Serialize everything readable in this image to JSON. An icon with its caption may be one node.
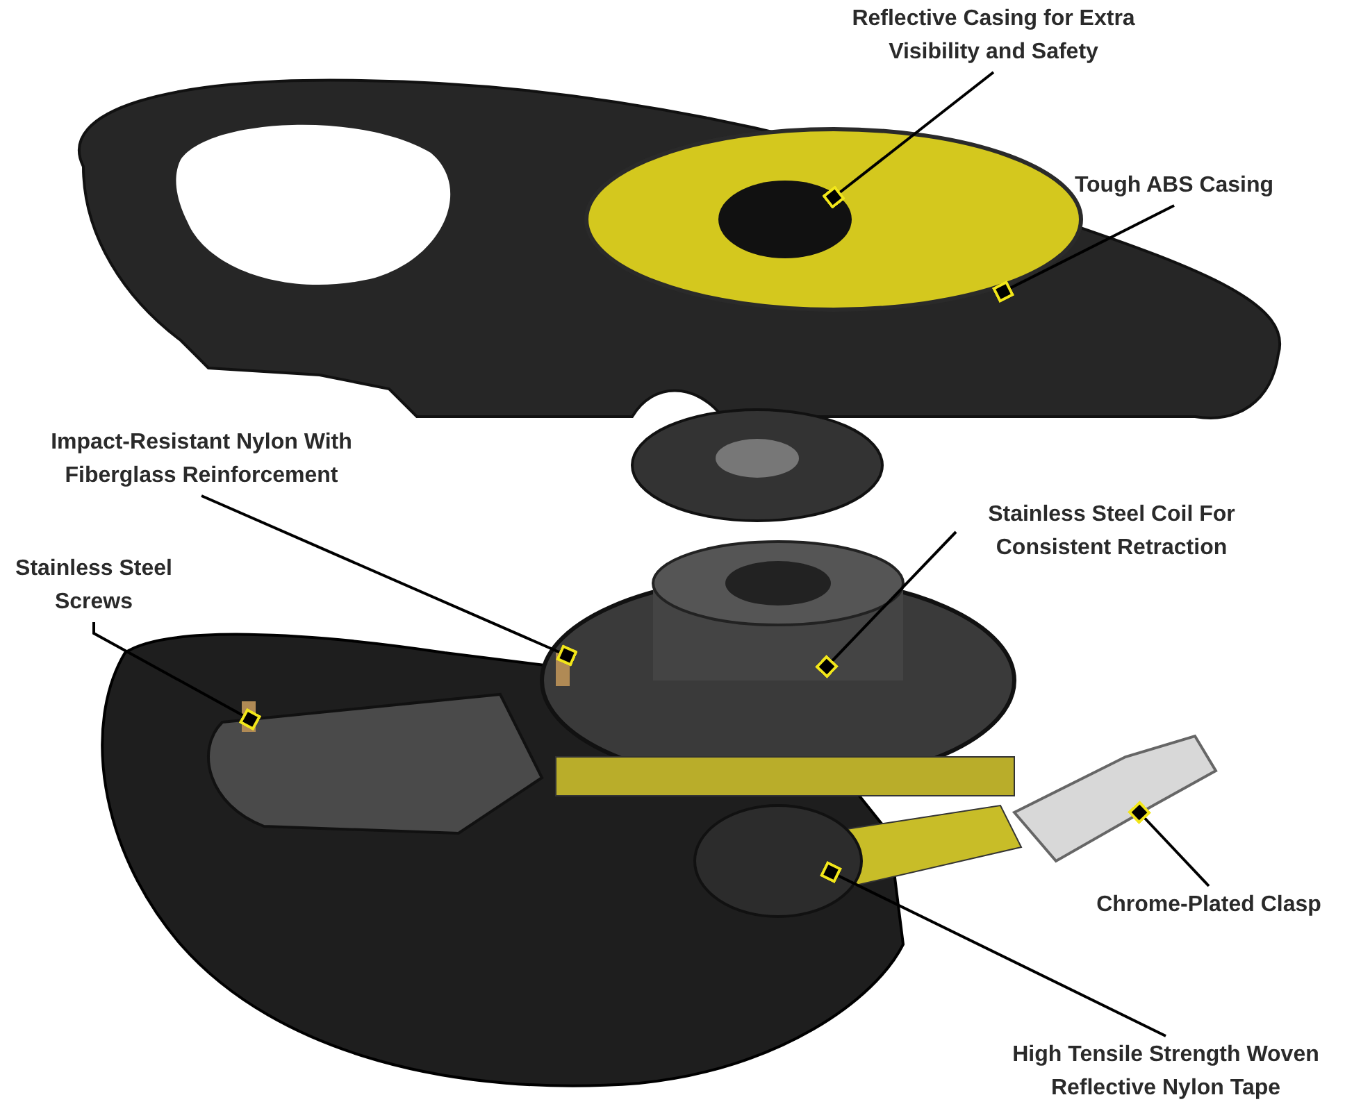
{
  "diagram": {
    "nodes": [
      {
        "text": [
          "Reflective Casing for Extra Visibility and Safety"
        ]
      },
      {
        "text": [
          "Tough ABS Casing"
        ]
      },
      {
        "text": [
          "Impact-Resistant Nylon With Fiberglass Reinforcement"
        ]
      },
      {
        "text": [
          "Stainless Steel Coil For Consistent Retraction"
        ]
      },
      {
        "text": [
          "Stainless Steel Screws"
        ]
      },
      {
        "text": [
          "Chrome-Plated Clasp"
        ]
      },
      {
        "text": [
          "High Tensile Strength Woven Reflective Nylon Tape"
        ]
      }
    ],
    "edges": [
      {
        "from": 0,
        "to": null,
        "arrow": "other"
      },
      {
        "from": 1,
        "to": null,
        "arrow": "other"
      },
      {
        "from": 2,
        "to": null,
        "arrow": "other"
      },
      {
        "from": 3,
        "to": null,
        "arrow": "other"
      },
      {
        "from": 4,
        "to": null,
        "arrow": "other"
      },
      {
        "from": 5,
        "to": null,
        "arrow": "other"
      },
      {
        "from": 6,
        "to": null,
        "arrow": "other"
      }
    ]
  }
}
